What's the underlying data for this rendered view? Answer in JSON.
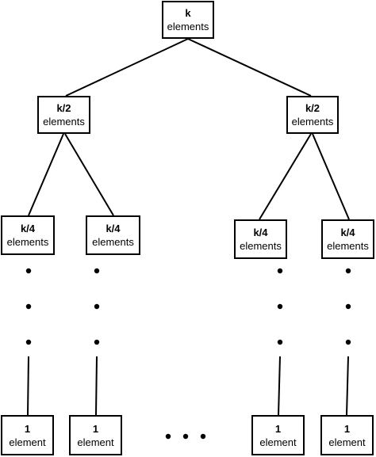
{
  "tree": {
    "root": {
      "count": "k",
      "unit": "elements"
    },
    "level1": [
      {
        "count": "k/2",
        "unit": "elements"
      },
      {
        "count": "k/2",
        "unit": "elements"
      }
    ],
    "level2": [
      {
        "count": "k/4",
        "unit": "elements"
      },
      {
        "count": "k/4",
        "unit": "elements"
      },
      {
        "count": "k/4",
        "unit": "elements"
      },
      {
        "count": "k/4",
        "unit": "elements"
      }
    ],
    "leaves": [
      {
        "count": "1",
        "unit": "element"
      },
      {
        "count": "1",
        "unit": "element"
      },
      {
        "count": "1",
        "unit": "element"
      },
      {
        "count": "1",
        "unit": "element"
      }
    ],
    "leaf_ellipsis_dots": 3,
    "vertical_ellipsis_dots": 3
  }
}
